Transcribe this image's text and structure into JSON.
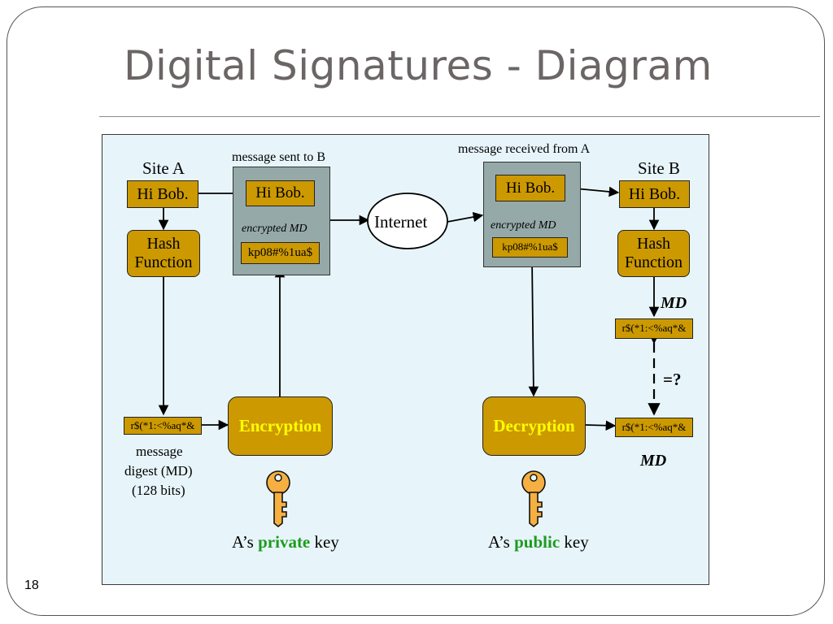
{
  "slide": {
    "title": "Digital Signatures - Diagram",
    "page_number": "18"
  },
  "diagram": {
    "site_a": {
      "label": "Site A",
      "message": "Hi Bob.",
      "hash_function": "Hash Function",
      "digest": "r$(*1:<%aq*&",
      "digest_caption_line1": "message",
      "digest_caption_line2": "digest (MD)",
      "digest_caption_line3": "(128 bits)",
      "encryption": "Encryption",
      "key_label_prefix": "A’s",
      "key_label_emphasis": "private",
      "key_label_suffix": "key"
    },
    "sent": {
      "caption": "message sent to B",
      "message": "Hi Bob.",
      "encrypted_label": "encrypted MD",
      "encrypted_value": "kp08#%1ua$"
    },
    "internet": "Internet",
    "received": {
      "caption": "message received from A",
      "message": "Hi Bob.",
      "encrypted_label": "encrypted MD",
      "encrypted_value": "kp08#%1ua$"
    },
    "site_b": {
      "label": "Site B",
      "message": "Hi Bob.",
      "hash_function": "Hash Function",
      "md_label_top": "MD",
      "digest_top": "r$(*1:<%aq*&",
      "compare": "=?",
      "digest_bottom": "r$(*1:<%aq*&",
      "md_label_bottom": "MD",
      "decryption": "Decryption",
      "key_label_prefix": "A’s",
      "key_label_emphasis": "public",
      "key_label_suffix": "key"
    },
    "colors": {
      "box_gold": "#cc9900",
      "box_gray": "#96a9a9",
      "panel_bg": "#e7f5fb",
      "button_text": "#ffff00",
      "key_emphasis": "#1e9b1e",
      "key_fill": "#f5b041"
    },
    "icons": [
      "key-icon",
      "key-icon"
    ]
  }
}
